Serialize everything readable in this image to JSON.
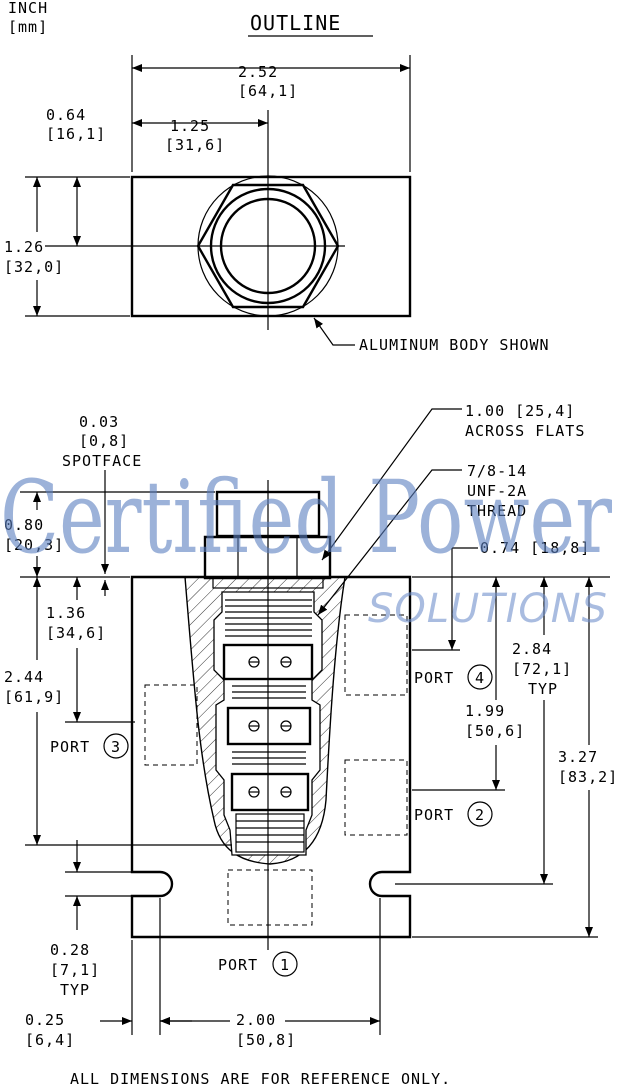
{
  "units": {
    "inch": "INCH",
    "mm": "[mm]"
  },
  "title": "OUTLINE",
  "top_view": {
    "overall_width": {
      "inch": "2.52",
      "mm": "[64,1]"
    },
    "port_offset": {
      "inch": "0.64",
      "mm": "[16,1]"
    },
    "center_offset": {
      "inch": "1.25",
      "mm": "[31,6]"
    },
    "height": {
      "inch": "1.26",
      "mm": "[32,0]"
    },
    "note": "ALUMINUM BODY SHOWN"
  },
  "section_view": {
    "spotface": {
      "inch": "0.03",
      "mm": "[0,8]",
      "label": "SPOTFACE"
    },
    "across_flats": {
      "value": "1.00 [25,4]",
      "label": "ACROSS FLATS"
    },
    "thread": {
      "line1": "7/8-14",
      "line2": "UNF-2A",
      "line3": "THREAD"
    },
    "cartridge_height": {
      "inch": "0.80",
      "mm": "[20,3]"
    },
    "d_1_36": {
      "inch": "1.36",
      "mm": "[34,6]"
    },
    "d_2_44": {
      "inch": "2.44",
      "mm": "[61,9]"
    },
    "d_0_74": {
      "text": "0.74 [18,8]"
    },
    "d_2_84": {
      "inch": "2.84",
      "mm": "[72,1]",
      "typ": "TYP"
    },
    "d_1_99": {
      "inch": "1.99",
      "mm": "[50,6]"
    },
    "d_3_27": {
      "inch": "3.27",
      "mm": "[83,2]"
    },
    "d_0_28": {
      "inch": "0.28",
      "mm": "[7,1]",
      "typ": "TYP"
    },
    "d_0_25": {
      "inch": "0.25",
      "mm": "[6,4]"
    },
    "d_2_00": {
      "inch": "2.00",
      "mm": "[50,8]"
    },
    "ports": {
      "p1": "1",
      "p2": "2",
      "p3": "3",
      "p4": "4",
      "label": "PORT"
    }
  },
  "watermark": {
    "line1": "Certified Power",
    "line2": "SOLUTIONS"
  },
  "footer": "ALL DIMENSIONS ARE FOR REFERENCE ONLY."
}
